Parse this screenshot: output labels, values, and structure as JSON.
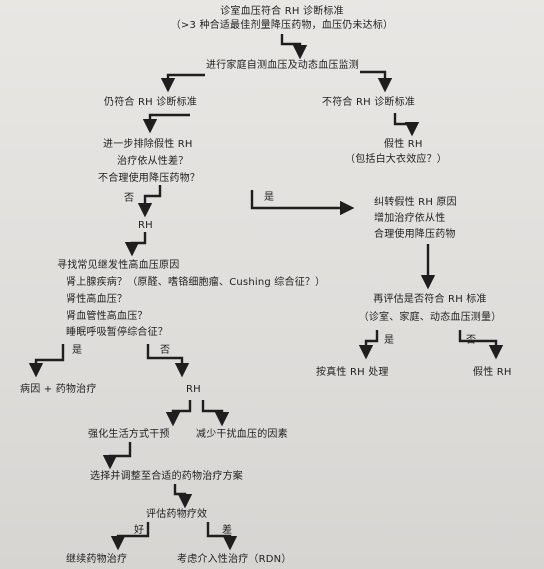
{
  "nodes": {
    "start_1": "诊室血压符合 RH 诊断标准",
    "start_2": "（>3 种合适最佳剂量降压药物，血压仍未达标）",
    "monitor": "进行家庭自测血压及动态血压监测",
    "still_rh": "仍符合 RH 诊断标准",
    "not_rh": "不符合 RH 诊断标准",
    "exclude_1": "进一步排除假性 RH",
    "exclude_2": "治疗依从性差？",
    "exclude_3": "不合理使用降压药物？",
    "pseudo_1": "假性 RH",
    "pseudo_2": "（包括白大衣效应？）",
    "no_1": "否",
    "yes_1": "是",
    "correct_1": "纠转假性 RH 原因",
    "correct_2": "增加治疗依从性",
    "correct_3": "合理使用降压药物",
    "rh_1": "RH",
    "secondary_1": "寻找常见继发性高血压原因",
    "secondary_2": "肾上腺疾病？（原醛、嗜铬细胞瘤、Cushing 综合征？）",
    "secondary_3": "肾性高血压？",
    "secondary_4": "肾血管性高血压？",
    "secondary_5": "睡眠呼吸暂停综合征？",
    "reeval_1": "再评估是否符合 RH 标准",
    "reeval_2": "（诊室、家庭、动态血压测量）",
    "yes_2": "是",
    "no_2": "否",
    "yes_3": "是",
    "no_3": "否",
    "true_rh": "按真性 RH 处理",
    "pseudo_rh": "假性 RH",
    "etiology": "病因 + 药物治疗",
    "rh_2": "RH",
    "lifestyle": "强化生活方式干预",
    "reduce": "减少干扰血压的因素",
    "adjust": "选择并调整至合适的药物治疗方案",
    "evaluate": "评估药物疗效",
    "good": "好",
    "poor": "差",
    "continue": "继续药物治疗",
    "rdn": "考虑介入性治疗（RDN）"
  }
}
